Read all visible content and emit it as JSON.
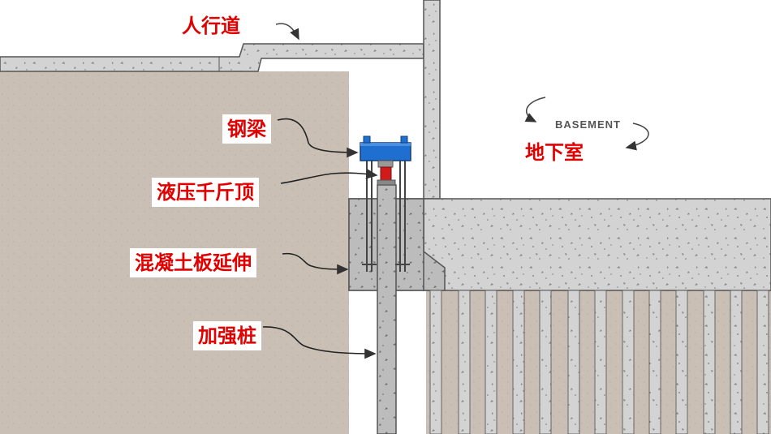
{
  "labels": {
    "sidewalk": "人行道",
    "steel_beam": "钢梁",
    "hydraulic_jack": "液压千斤顶",
    "slab_extension": "混凝土板延伸",
    "reinforcement_pile": "加强桩",
    "basement_cn": "地下室",
    "basement_en": "BASEMENT"
  },
  "colors": {
    "label_text": "#e10000",
    "soil": "#c9bfb4",
    "concrete": "#d2d2d2",
    "beam": "#1e6fd0",
    "jack": "#d11a1a",
    "outline": "#555555"
  }
}
